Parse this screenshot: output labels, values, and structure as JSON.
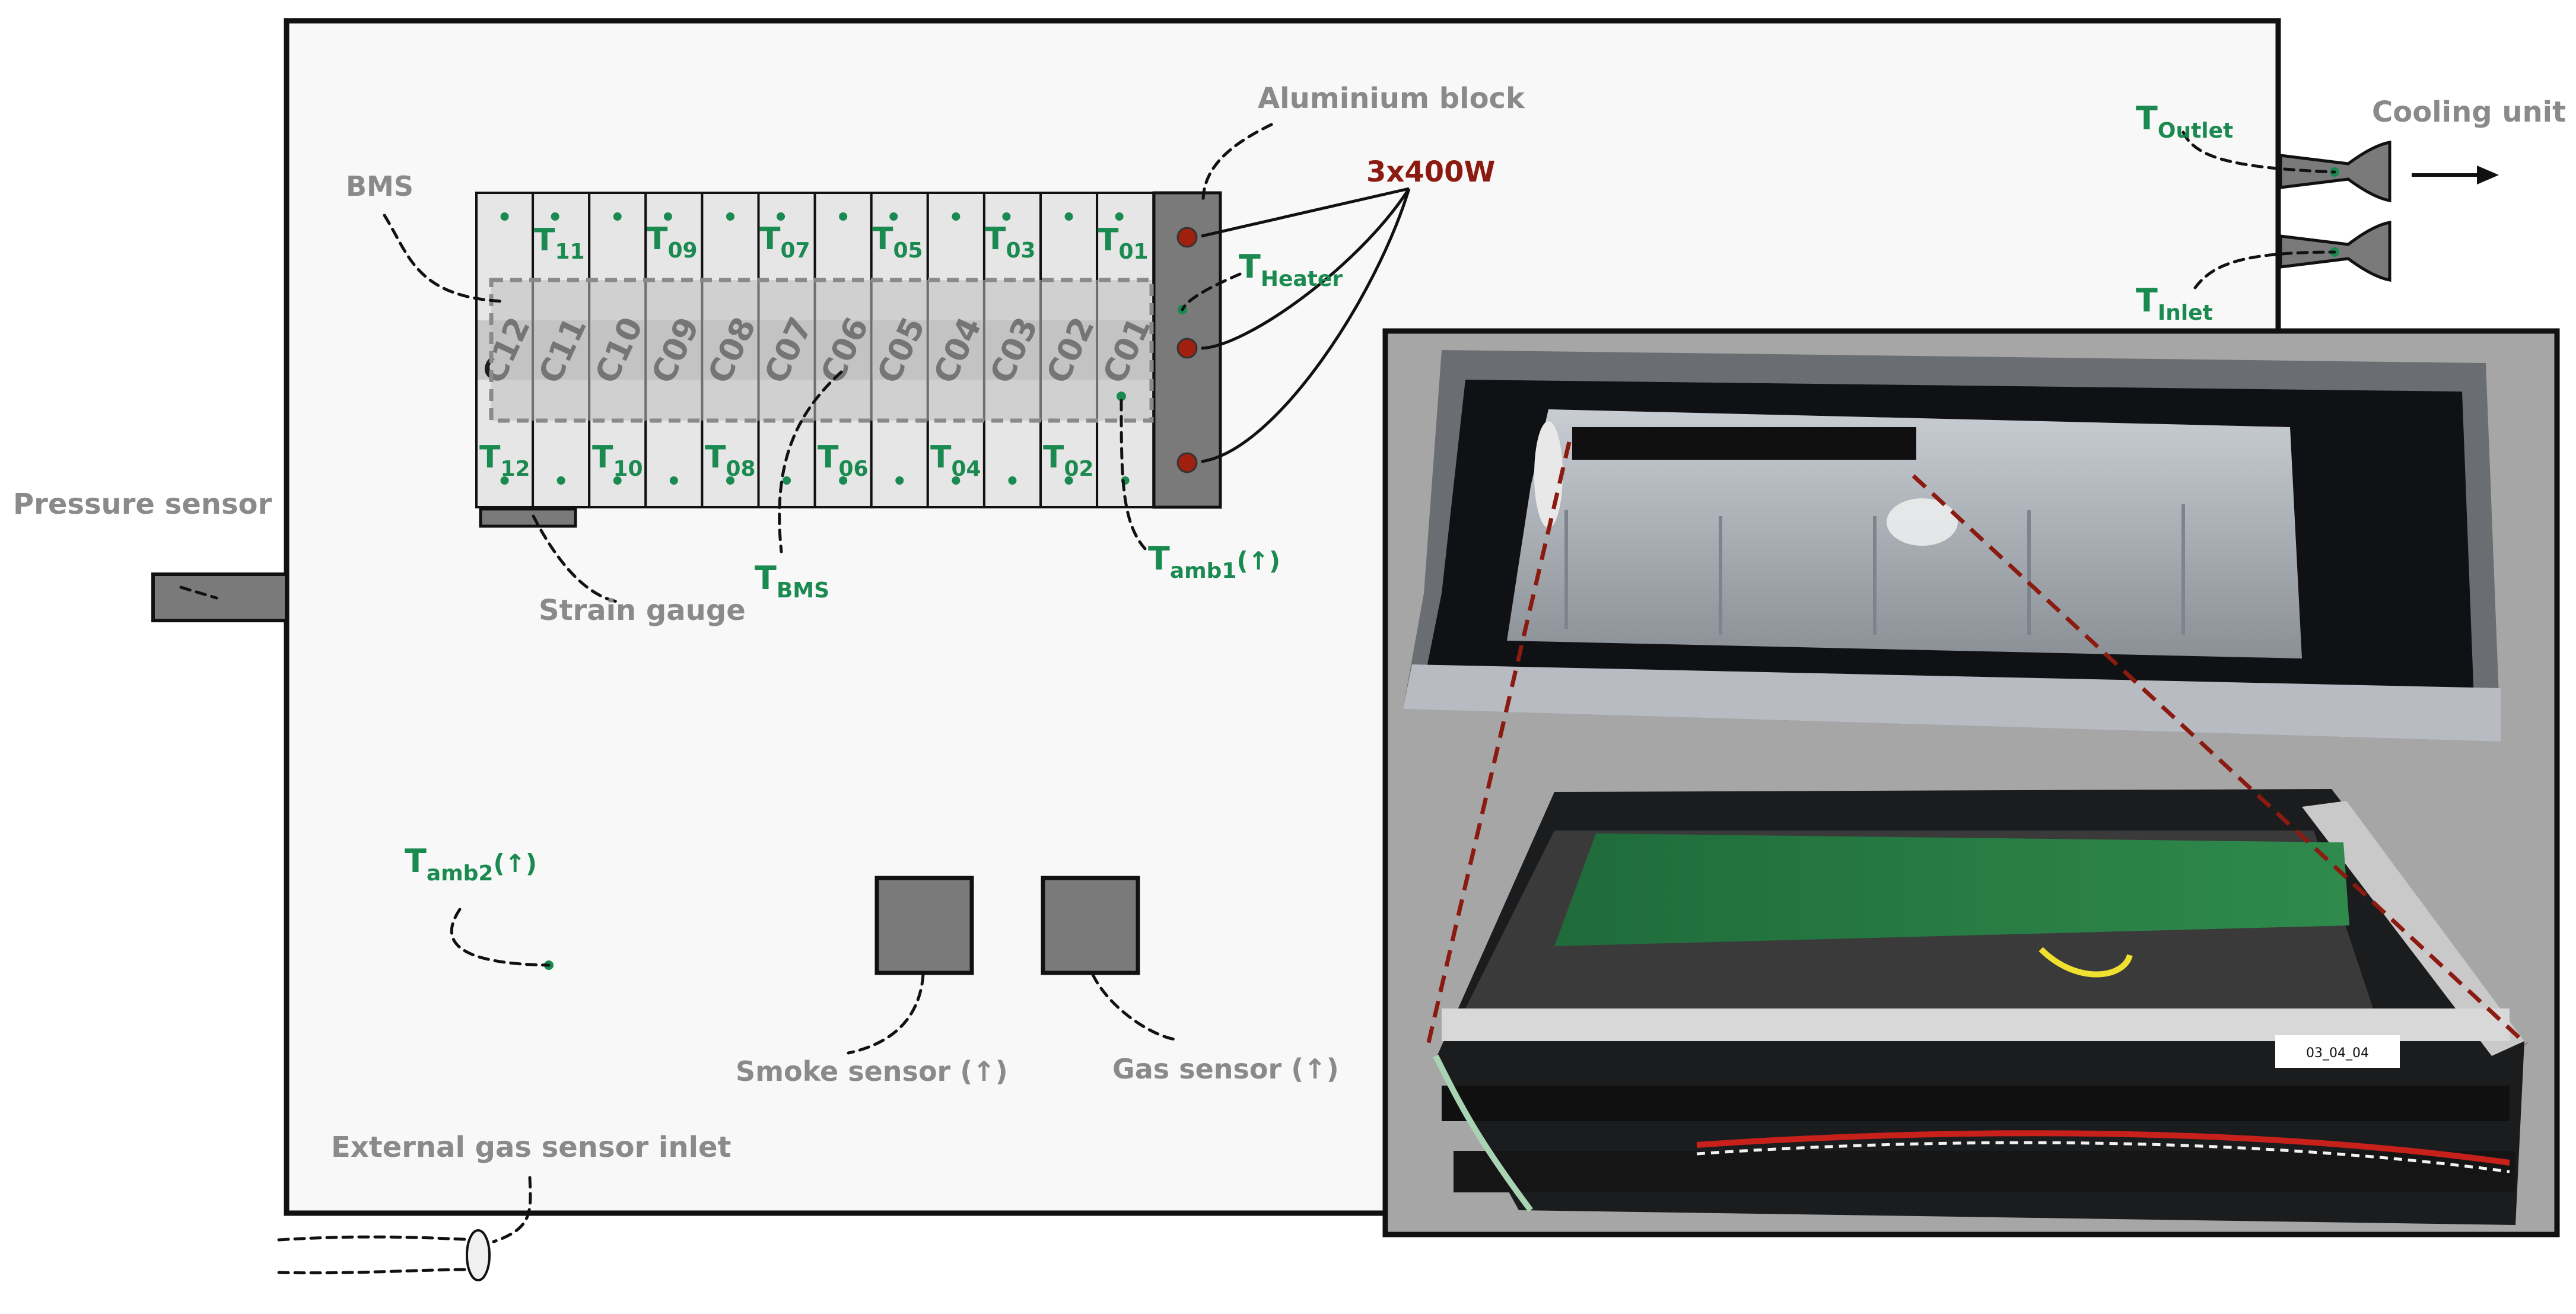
{
  "labels": {
    "aluminium_block": "Aluminium block",
    "heater_power": "3x400W",
    "bms": "BMS",
    "pressure_sensor": "Pressure sensor",
    "strain_gauge": "Strain gauge",
    "cooling_unit": "Cooling unit",
    "smoke_sensor": "Smoke sensor (↑)",
    "gas_sensor": "Gas sensor (↑)",
    "external_gas_inlet": "External gas sensor inlet",
    "photo_label": "03_04_04"
  },
  "temperature_sensors": {
    "t01": {
      "base": "T",
      "sub": "01"
    },
    "t02": {
      "base": "T",
      "sub": "02"
    },
    "t03": {
      "base": "T",
      "sub": "03"
    },
    "t04": {
      "base": "T",
      "sub": "04"
    },
    "t05": {
      "base": "T",
      "sub": "05"
    },
    "t06": {
      "base": "T",
      "sub": "06"
    },
    "t07": {
      "base": "T",
      "sub": "07"
    },
    "t08": {
      "base": "T",
      "sub": "08"
    },
    "t09": {
      "base": "T",
      "sub": "09"
    },
    "t10": {
      "base": "T",
      "sub": "10"
    },
    "t11": {
      "base": "T",
      "sub": "11"
    },
    "t12": {
      "base": "T",
      "sub": "12"
    },
    "heater": {
      "base": "T",
      "sub": "Heater"
    },
    "outlet": {
      "base": "T",
      "sub": "Outlet"
    },
    "inlet": {
      "base": "T",
      "sub": "Inlet"
    },
    "bms": {
      "base": "T",
      "sub": "BMS"
    },
    "amb1": {
      "base": "T",
      "sub": "amb1",
      "suffix": "(↑)"
    },
    "amb2": {
      "base": "T",
      "sub": "amb2",
      "suffix": "(↑)"
    }
  },
  "cells": [
    "C12",
    "C11",
    "C10",
    "C09",
    "C08",
    "C07",
    "C06",
    "C05",
    "C04",
    "C03",
    "C02",
    "C01"
  ],
  "colors": {
    "label_grey": "#8a8a8a",
    "sensor_green": "#1a8a50",
    "heater_red": "#8b1a10",
    "chamber_fill": "#f8f8f8",
    "photo_panel": "#a6a6a6",
    "block_grey": "#7a7a7a"
  }
}
